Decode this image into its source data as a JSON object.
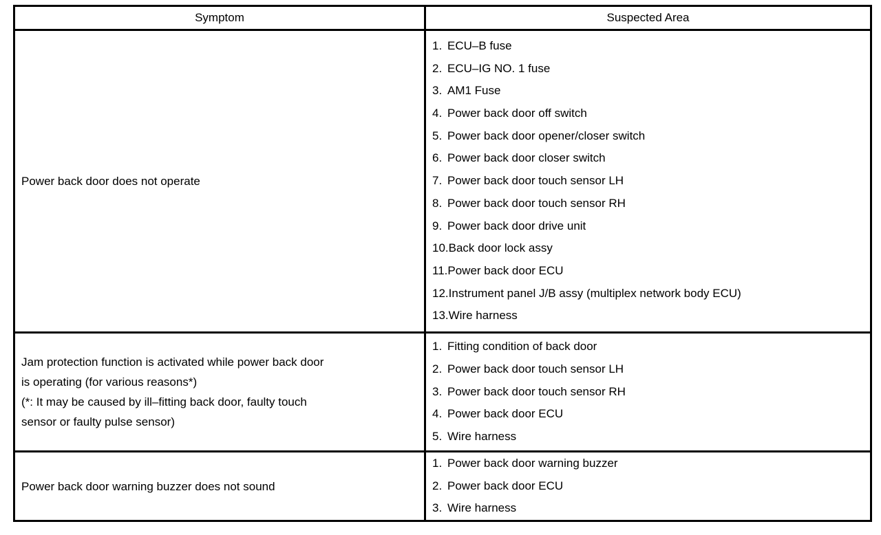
{
  "colors": {
    "background": "#ffffff",
    "border": "#000000",
    "text": "#000000"
  },
  "table": {
    "headers": {
      "symptom": "Symptom",
      "suspected_area": "Suspected Area"
    },
    "rows": [
      {
        "symptom": "Power back door does not operate",
        "areas": [
          {
            "num": "1.",
            "label": "ECU–B fuse"
          },
          {
            "num": "2.",
            "label": "ECU–IG NO. 1 fuse"
          },
          {
            "num": "3.",
            "label": "AM1 Fuse"
          },
          {
            "num": "4.",
            "label": "Power back door off switch"
          },
          {
            "num": "5.",
            "label": "Power back door opener/closer switch"
          },
          {
            "num": "6.",
            "label": "Power back door closer switch"
          },
          {
            "num": "7.",
            "label": "Power back door touch sensor LH"
          },
          {
            "num": "8.",
            "label": "Power back door touch sensor RH"
          },
          {
            "num": "9.",
            "label": "Power back door drive unit"
          },
          {
            "num": "10.",
            "label": "Back door lock assy"
          },
          {
            "num": "11.",
            "label": "Power back door ECU"
          },
          {
            "num": "12.",
            "label": "Instrument panel J/B assy (multiplex network body ECU)"
          },
          {
            "num": "13.",
            "label": "Wire harness"
          }
        ]
      },
      {
        "symptom": "Jam protection function is activated while power back door\nis operating (for various reasons*)\n(*: It may be caused by ill–fitting back door, faulty touch\nsensor or faulty pulse sensor)",
        "areas": [
          {
            "num": "1.",
            "label": "Fitting condition of back door"
          },
          {
            "num": "2.",
            "label": "Power back door touch sensor LH"
          },
          {
            "num": "3.",
            "label": "Power back door touch sensor RH"
          },
          {
            "num": "4.",
            "label": "Power back door ECU"
          },
          {
            "num": "5.",
            "label": "Wire harness"
          }
        ]
      },
      {
        "symptom": "Power back door warning buzzer does not sound",
        "areas": [
          {
            "num": "1.",
            "label": "Power back door warning buzzer"
          },
          {
            "num": "2.",
            "label": "Power back door ECU"
          },
          {
            "num": "3.",
            "label": "Wire harness"
          }
        ]
      }
    ]
  }
}
